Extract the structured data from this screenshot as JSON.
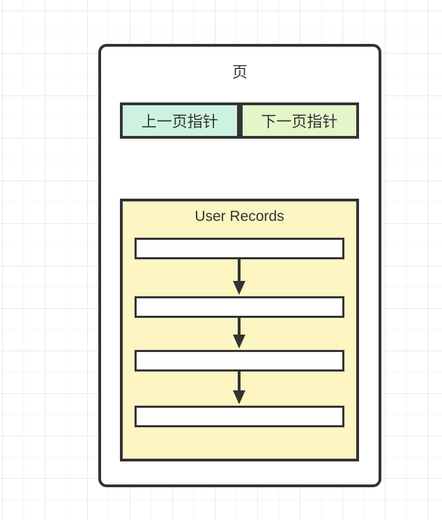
{
  "diagram": {
    "page": {
      "title": "页",
      "pointer_cells": [
        {
          "label": "上一页指针",
          "fill": "#cdf3e0"
        },
        {
          "label": "下一页指针",
          "fill": "#e4f6c9"
        }
      ],
      "user_records": {
        "title": "User Records",
        "fill": "#fdf6c3",
        "record_slots": 4,
        "arrows": 3
      }
    },
    "colors": {
      "stroke": "#333333",
      "text": "#333333",
      "page_fill": "#ffffff",
      "grid_minor": "#f4f4f4",
      "grid_major": "#e9e9e9",
      "canvas": "#ffffff"
    }
  }
}
